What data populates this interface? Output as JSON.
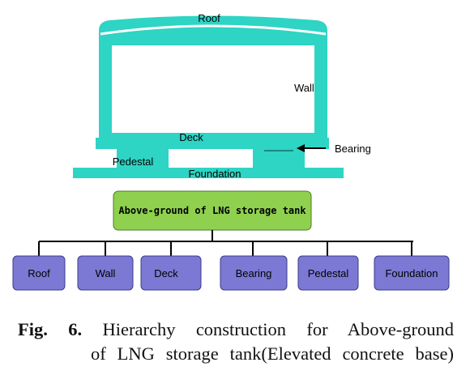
{
  "structure": {
    "labels": {
      "roof": "Roof",
      "wall": "Wall",
      "deck": "Deck",
      "bearing": "Bearing",
      "pedestal": "Pedestal",
      "foundation": "Foundation"
    },
    "colors": {
      "tank": "#2ed4c4",
      "arrow": "#000000"
    }
  },
  "hierarchy": {
    "root": "Above-ground of LNG storage tank",
    "children": [
      "Roof",
      "Wall",
      "Deck",
      "Bearing",
      "Pedestal",
      "Foundation"
    ],
    "colors": {
      "root_fill": "#8fd14f",
      "child_fill": "#7b79d4",
      "connector": "#000000"
    }
  },
  "caption": {
    "label": "Fig. 6.",
    "line1_text": "Hierarchy construction for Above-ground",
    "line2_text": "of LNG storage tank(Elevated concrete base)"
  }
}
